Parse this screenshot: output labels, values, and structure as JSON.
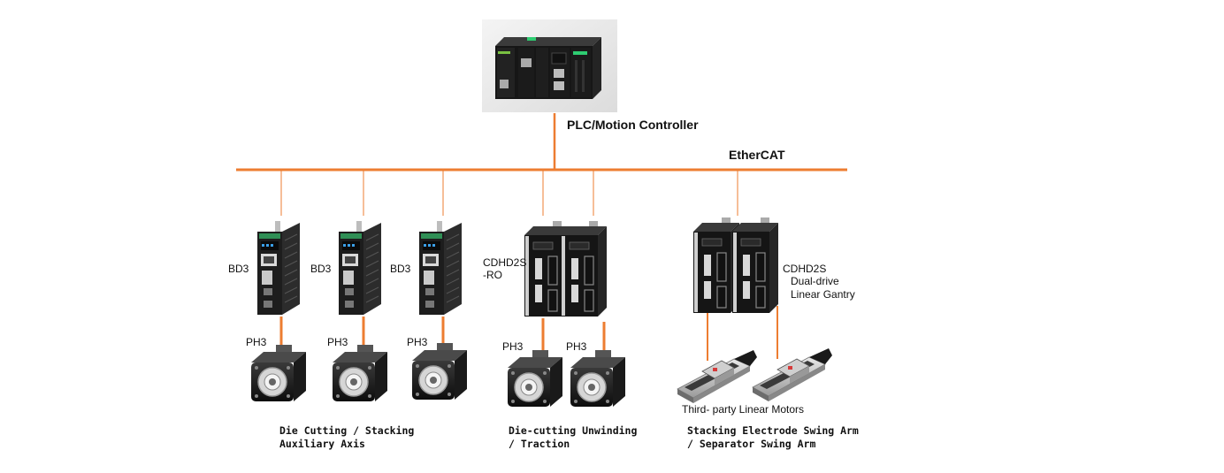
{
  "controller": {
    "label": "PLC/Motion Controller"
  },
  "bus": {
    "label": "EtherCAT",
    "color": "#ED7D31"
  },
  "drives": {
    "bd3_label": "BD3",
    "cdhd2s_ro": [
      "CDHD2S",
      "-RO"
    ],
    "cdhd2s_gantry": [
      "CDHD2S",
      "Dual-drive",
      "Linear Gantry"
    ]
  },
  "motors": {
    "ph3_label": "PH3",
    "linear_label": "Third-  party Linear Motors"
  },
  "groups": [
    {
      "line1": "Die Cutting / Stacking",
      "line2": "Auxiliary Axis"
    },
    {
      "line1": "Die-cutting Unwinding",
      "line2": "/ Traction"
    },
    {
      "line1": "Stacking Electrode Swing Arm",
      "line2": "/ Separator Swing Arm"
    }
  ],
  "icons": {
    "controller": "plc-controller-icon",
    "bd3": "servo-drive-bd3-icon",
    "cdhd2s": "servo-drive-cdhd2s-icon",
    "ph3": "servo-motor-icon",
    "linear": "linear-motor-stage-icon"
  }
}
